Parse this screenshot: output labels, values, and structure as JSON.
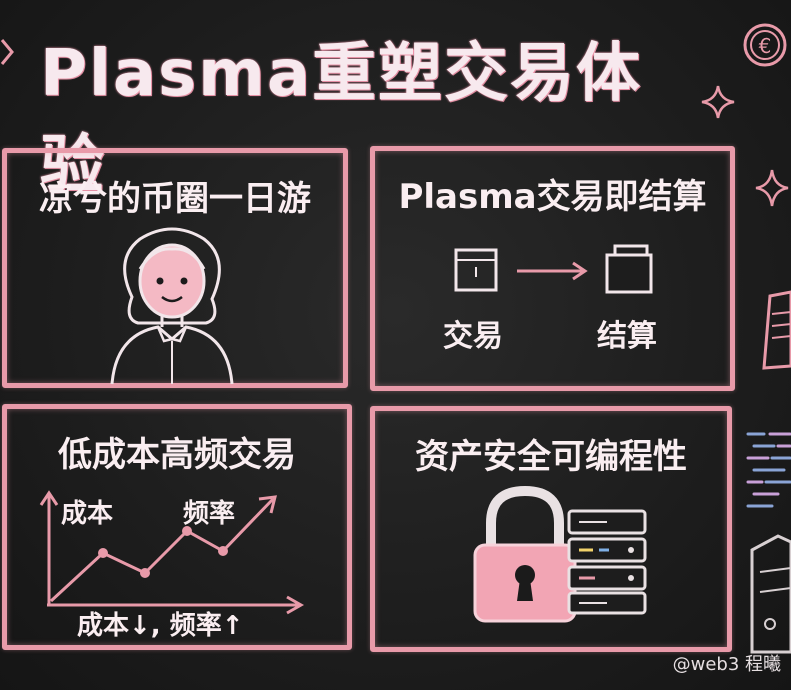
{
  "title": "Plasma重塑交易体验",
  "panels": {
    "p1": {
      "title": "凉兮的币圈一日游",
      "figure": "girl-portrait"
    },
    "p2": {
      "title": "Plasma交易即结算",
      "from": "交易",
      "to": "结算"
    },
    "p3": {
      "title": "低成本高频交易",
      "label_cost": "成本",
      "label_freq": "频率",
      "caption": "成本↓, 频率↑"
    },
    "p4": {
      "title": "资产安全可编程性",
      "icon": "padlock-with-servers"
    }
  },
  "watermark": "@web3 程曦",
  "colors": {
    "accent": "#e89aa9",
    "chalk": "#faeef1",
    "lock_pink": "#f2a5b4"
  }
}
